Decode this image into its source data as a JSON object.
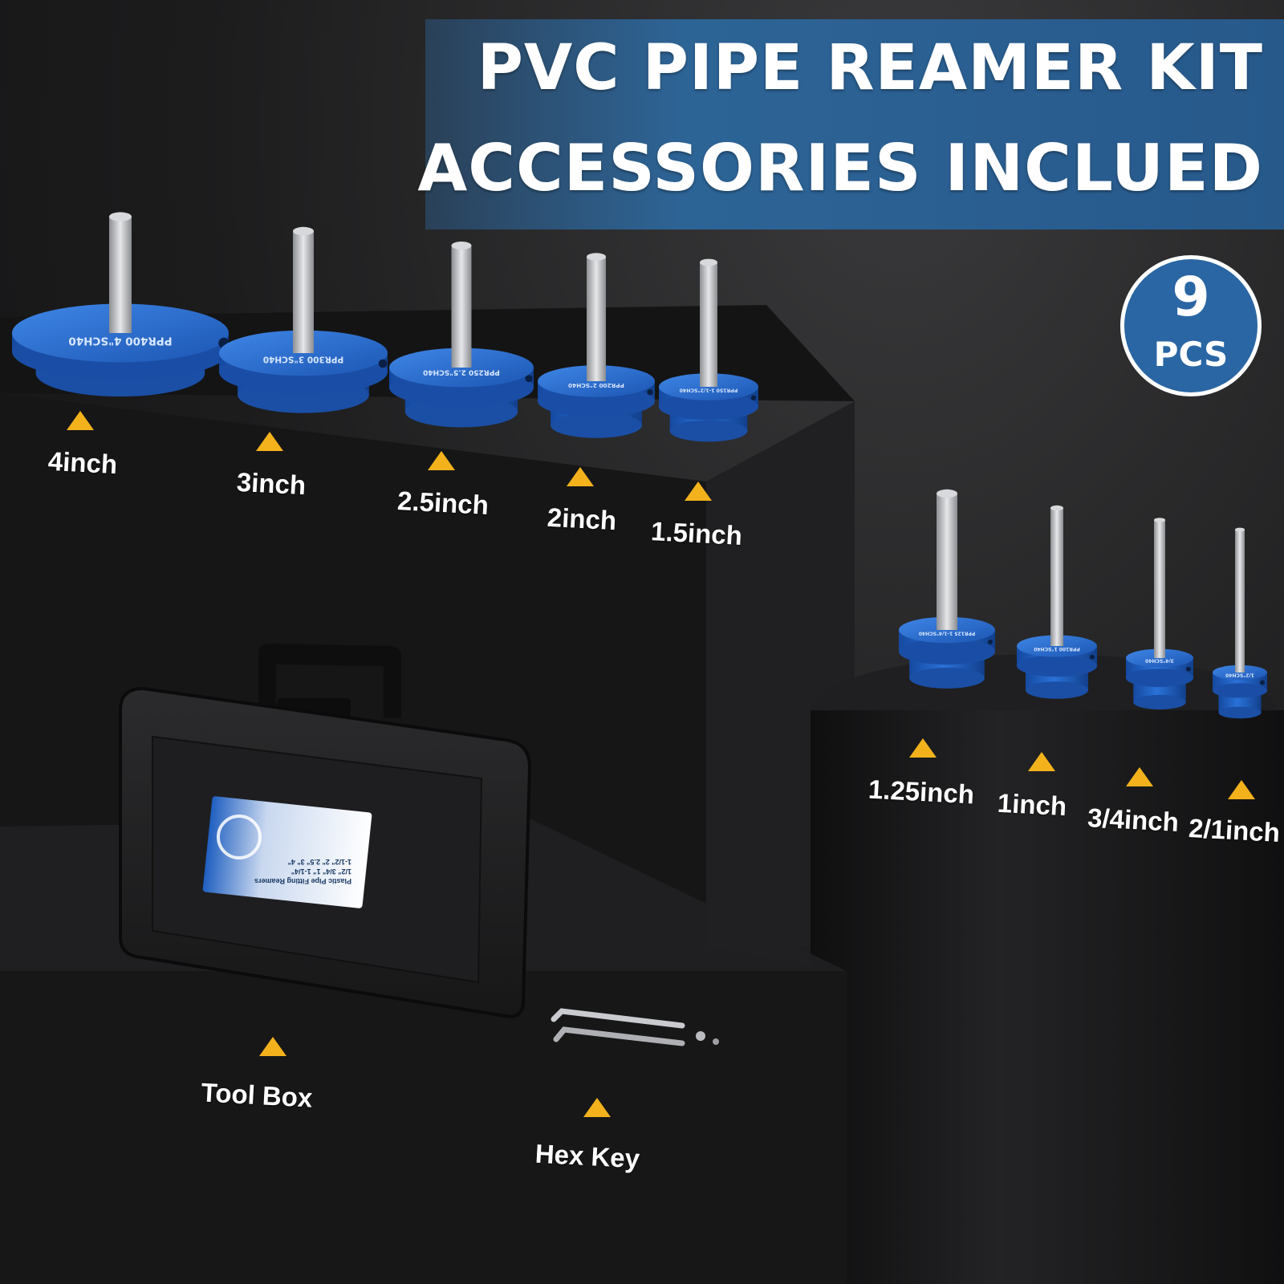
{
  "headline": {
    "line1": "PVC PIPE REAMER KIT",
    "line2": "ACCESSORIES INCLUED"
  },
  "badge": {
    "count": "9",
    "unit": "PCS"
  },
  "reamers": [
    {
      "size_label": "4inch",
      "engraving": "PPR400 4\"SCH40"
    },
    {
      "size_label": "3inch",
      "engraving": "PPR300 3\"SCH40"
    },
    {
      "size_label": "2.5inch",
      "engraving": "PPR250 2.5\"SCH40"
    },
    {
      "size_label": "2inch",
      "engraving": "PPR200 2\"SCH40"
    },
    {
      "size_label": "1.5inch",
      "engraving": "PPR150 1-1/2\"SCH40"
    },
    {
      "size_label": "1.25inch",
      "engraving": "PPR125 1-1/4\"SCH40"
    },
    {
      "size_label": "1inch",
      "engraving": "PPR100 1\"SCH40"
    },
    {
      "size_label": "3/4inch",
      "engraving": "3/4\"SCH40"
    },
    {
      "size_label": "2/1inch",
      "engraving": "1/2\"SCH40"
    }
  ],
  "accessories": {
    "tool_box_label": "Tool Box",
    "hex_key_label": "Hex Key"
  },
  "box_sticker": {
    "title": "Plastic Pipe Fitting Reamers",
    "sizes_line1": "1/2\" 3/4\" 1\" 1-1/4\"",
    "sizes_line2": "1-1/2\" 2\" 2.5\" 3\" 4\""
  },
  "colors": {
    "accent_blue": "#2a66a3",
    "reamer_blue": "#1f63c9",
    "arrow_yellow": "#f3b21c",
    "background": "#1b1b1c"
  }
}
